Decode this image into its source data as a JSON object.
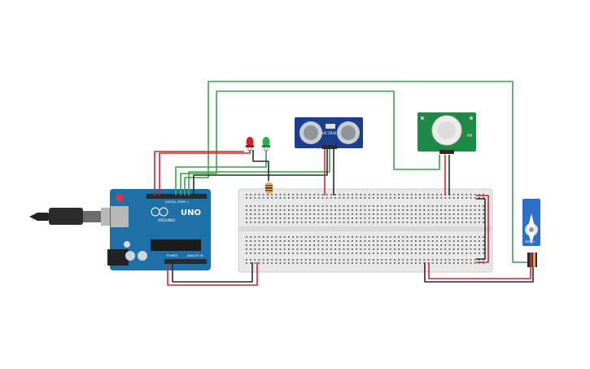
{
  "colors": {
    "wire_red": "#d0262b",
    "wire_black": "#2a2a2a",
    "wire_green": "#3aa24a",
    "arduino_board": "#1f6fa8",
    "breadboard": "#e8e8e8",
    "sonar_board": "#1c3f8c",
    "pir_board": "#1f8a46",
    "servo_body": "#2b6fc7"
  },
  "components": {
    "arduino": {
      "brand": "ARDUINO",
      "model": "UNO",
      "header_digital": "DIGITAL (PWM~)",
      "header_power": "POWER",
      "header_analog": "ANALOG IN"
    },
    "ultrasonic": {
      "label": "HC-SR04"
    },
    "pir": {
      "label": "PIR"
    },
    "servo": {
      "label": "SERVO"
    },
    "led_red": {
      "color": "#d41f1f"
    },
    "led_green": {
      "color": "#22b24c"
    },
    "resistor": {
      "label": ""
    }
  }
}
